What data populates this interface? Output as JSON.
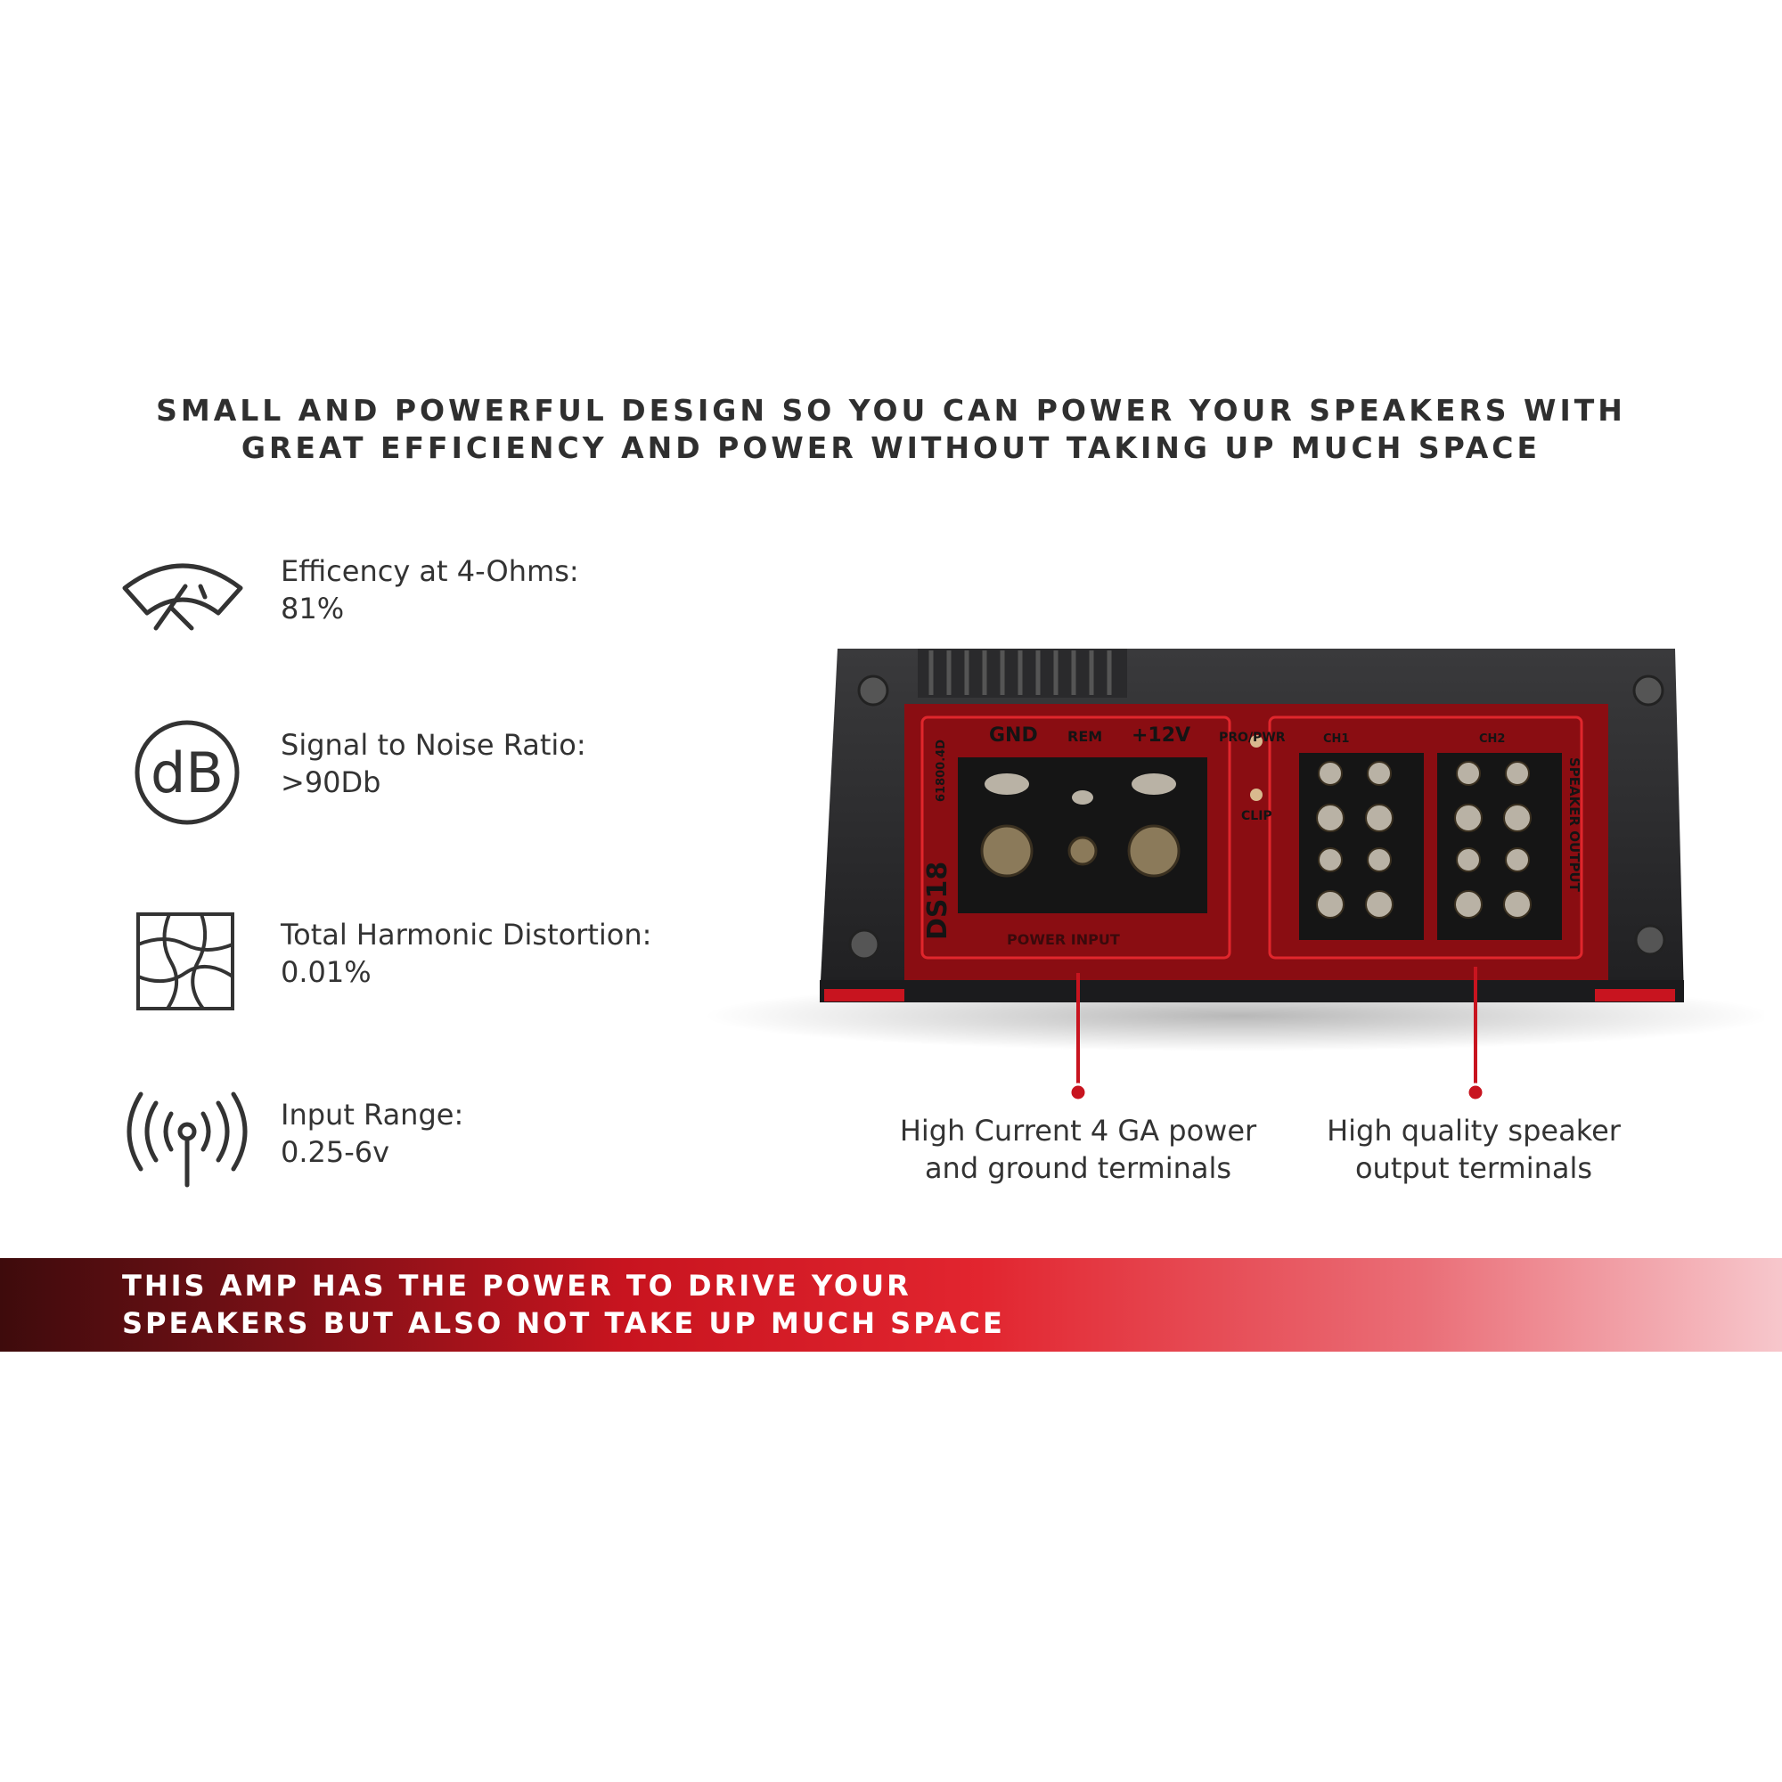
{
  "headline": {
    "line1": "SMALL AND POWERFUL DESIGN SO YOU CAN POWER YOUR SPEAKERS WITH",
    "line2": "GREAT EFFICIENCY AND POWER WITHOUT TAKING UP MUCH SPACE"
  },
  "specs": [
    {
      "icon": "gauge-icon",
      "label": "Efficency at 4-Ohms:",
      "value": "81%"
    },
    {
      "icon": "db-icon",
      "label": "Signal to Noise Ratio:",
      "value": ">90Db",
      "icon_text": "dB"
    },
    {
      "icon": "distortion-grid-icon",
      "label": "Total Harmonic Distortion:",
      "value": "0.01%"
    },
    {
      "icon": "antenna-signal-icon",
      "label": "Input Range:",
      "value": "0.25-6v"
    }
  ],
  "product": {
    "model": "61800.4D",
    "brand": "DS18",
    "labels": {
      "gnd": "GND",
      "rem": "REM",
      "plus12v": "+12V",
      "prot_pwr": "PRO/PWR",
      "clip": "CLIP",
      "power_input": "POWER INPUT",
      "ch1": "CH1",
      "ch2": "CH2",
      "speaker_output": "SPEAKER OUTPUT"
    }
  },
  "callouts": [
    {
      "line1": "High Current 4 GA power",
      "line2": "and ground terminals"
    },
    {
      "line1": "High quality speaker",
      "line2": "output terminals"
    }
  ],
  "banner": {
    "line1": "THIS AMP HAS THE POWER TO DRIVE YOUR",
    "line2": "SPEAKERS BUT ALSO NOT TAKE UP MUCH SPACE"
  },
  "colors": {
    "accent_red": "#d8141f",
    "dark_body": "#2b2b2d",
    "text": "#333333"
  }
}
